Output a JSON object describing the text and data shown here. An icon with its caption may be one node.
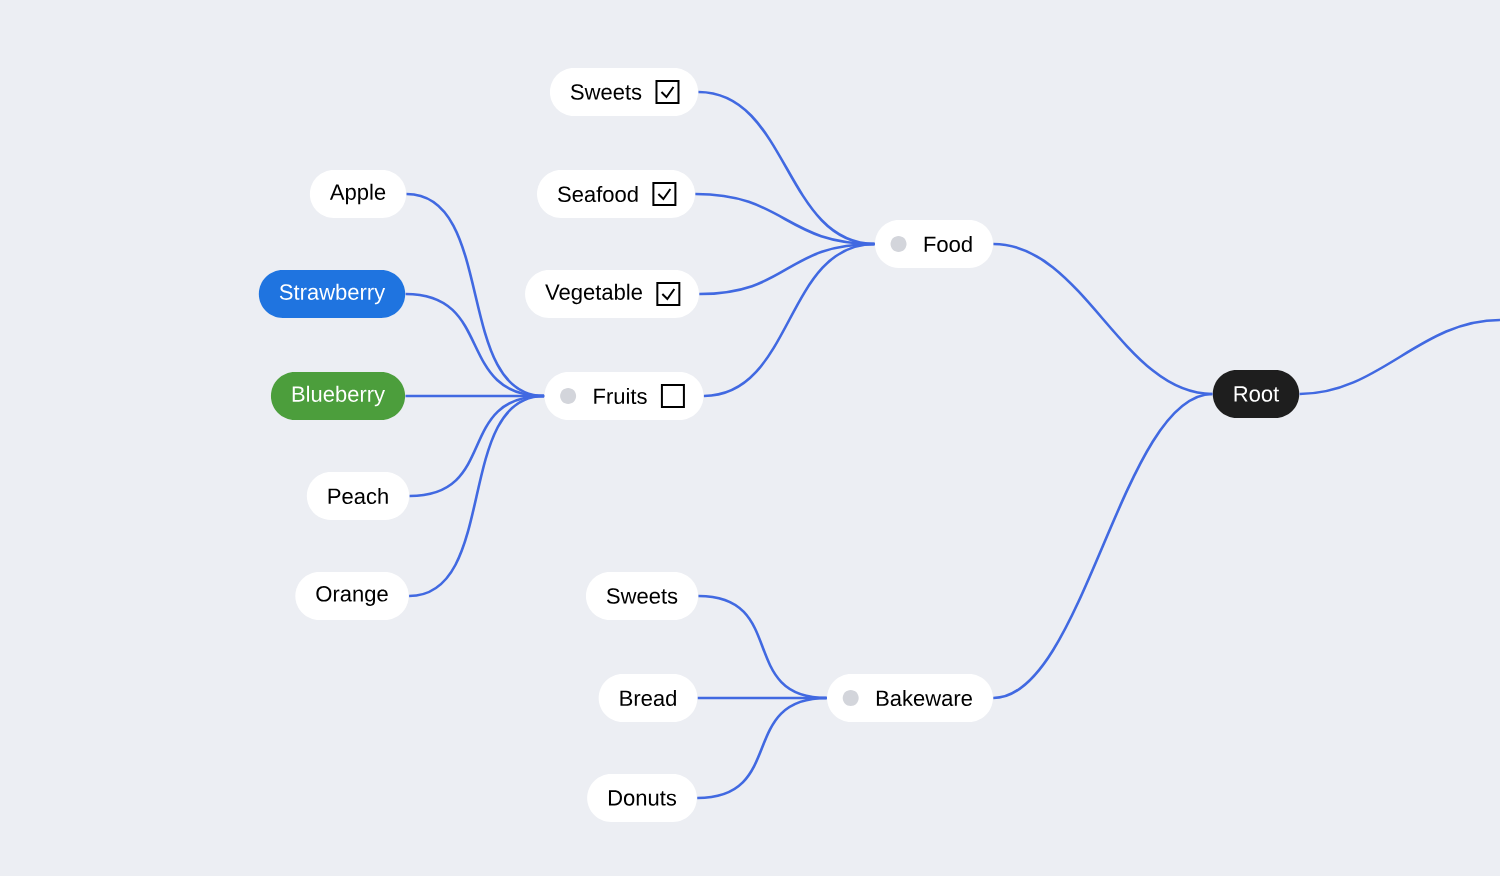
{
  "diagram": {
    "nodes": [
      {
        "text": [
          "Root"
        ]
      },
      {
        "text": [
          "Food"
        ]
      },
      {
        "text": [
          "Bakeware"
        ]
      },
      {
        "text": [
          "Sweets"
        ]
      },
      {
        "text": [
          "Seafood"
        ]
      },
      {
        "text": [
          "Vegetable"
        ]
      },
      {
        "text": [
          "Fruits"
        ]
      },
      {
        "text": [
          "Apple"
        ]
      },
      {
        "text": [
          "Strawberry"
        ]
      },
      {
        "text": [
          "Blueberry"
        ]
      },
      {
        "text": [
          "Peach"
        ]
      },
      {
        "text": [
          "Orange"
        ]
      },
      {
        "text": [
          "Sweets"
        ]
      },
      {
        "text": [
          "Bread"
        ]
      },
      {
        "text": [
          "Donuts"
        ]
      }
    ],
    "edges": [
      {
        "from": 0,
        "to": null,
        "arrow": "none"
      },
      {
        "from": 0,
        "to": 1,
        "arrow": "none"
      },
      {
        "from": 0,
        "to": 2,
        "arrow": "none"
      },
      {
        "from": 1,
        "to": 3,
        "arrow": "none"
      },
      {
        "from": 1,
        "to": 4,
        "arrow": "none"
      },
      {
        "from": 1,
        "to": 5,
        "arrow": "none"
      },
      {
        "from": 1,
        "to": 6,
        "arrow": "none"
      },
      {
        "from": 6,
        "to": 7,
        "arrow": "none"
      },
      {
        "from": 6,
        "to": 8,
        "arrow": "none"
      },
      {
        "from": 6,
        "to": 9,
        "arrow": "none"
      },
      {
        "from": 6,
        "to": 10,
        "arrow": "none"
      },
      {
        "from": 6,
        "to": 11,
        "arrow": "none"
      },
      {
        "from": 2,
        "to": 12,
        "arrow": "none"
      },
      {
        "from": 2,
        "to": 13,
        "arrow": "none"
      },
      {
        "from": 2,
        "to": 14,
        "arrow": "none"
      }
    ]
  }
}
